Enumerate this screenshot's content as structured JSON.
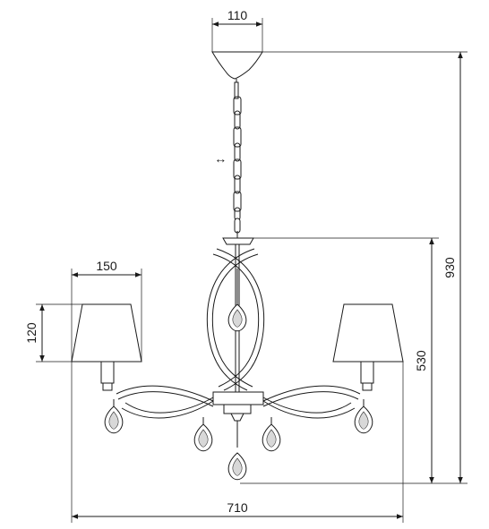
{
  "dimensions": {
    "canopy_width": "110",
    "shade_width": "150",
    "shade_height": "120",
    "total_height": "930",
    "body_height": "530",
    "total_width": "710",
    "chain_adjust_mark": "↕"
  }
}
